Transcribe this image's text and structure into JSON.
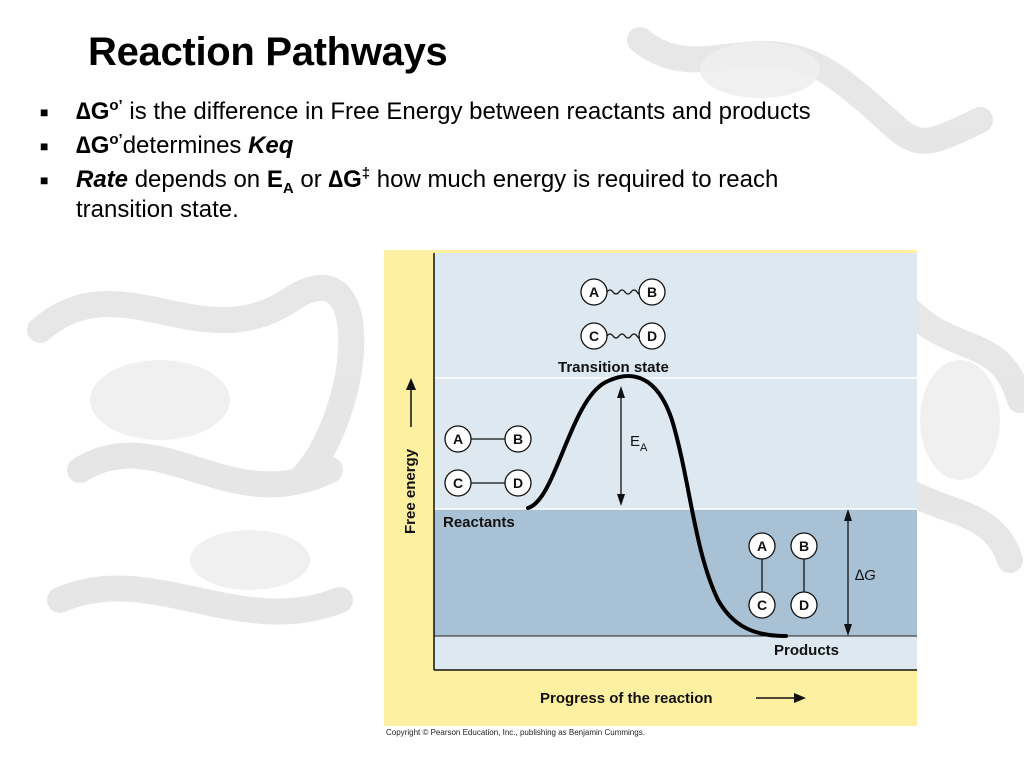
{
  "slide": {
    "title": "Reaction Pathways",
    "bullets": [
      {
        "delta": "∆",
        "g": "G",
        "sup": "o’",
        "text": " is the difference in Free Energy between reactants and products"
      },
      {
        "delta": "∆",
        "g": "G",
        "sup": "o’",
        "text": "determines ",
        "emph": "Keq"
      },
      {
        "emph": "Rate",
        "text1": " depends on ",
        "e": "E",
        "sub": "A",
        "text2": " or ",
        "delta": "∆",
        "g": "G",
        "sup": "‡",
        "text3": " how much energy is required to reach transition state."
      }
    ]
  },
  "diagram": {
    "y_axis_label": "Free energy",
    "x_axis_label": "Progress of the reaction",
    "transition_label": "Transition state",
    "reactants_label": "Reactants",
    "products_label": "Products",
    "ea_label": "E",
    "ea_sub": "A",
    "dg_label": "∆G",
    "molecules": {
      "a": "A",
      "b": "B",
      "c": "C",
      "d": "D"
    },
    "colors": {
      "light_blue": "#dde8f1",
      "mid_blue": "#a9c1d4",
      "yellow": "#fdf0a0"
    }
  },
  "copyright": "Copyright © Pearson Education, Inc., publishing as Benjamin Cummings."
}
